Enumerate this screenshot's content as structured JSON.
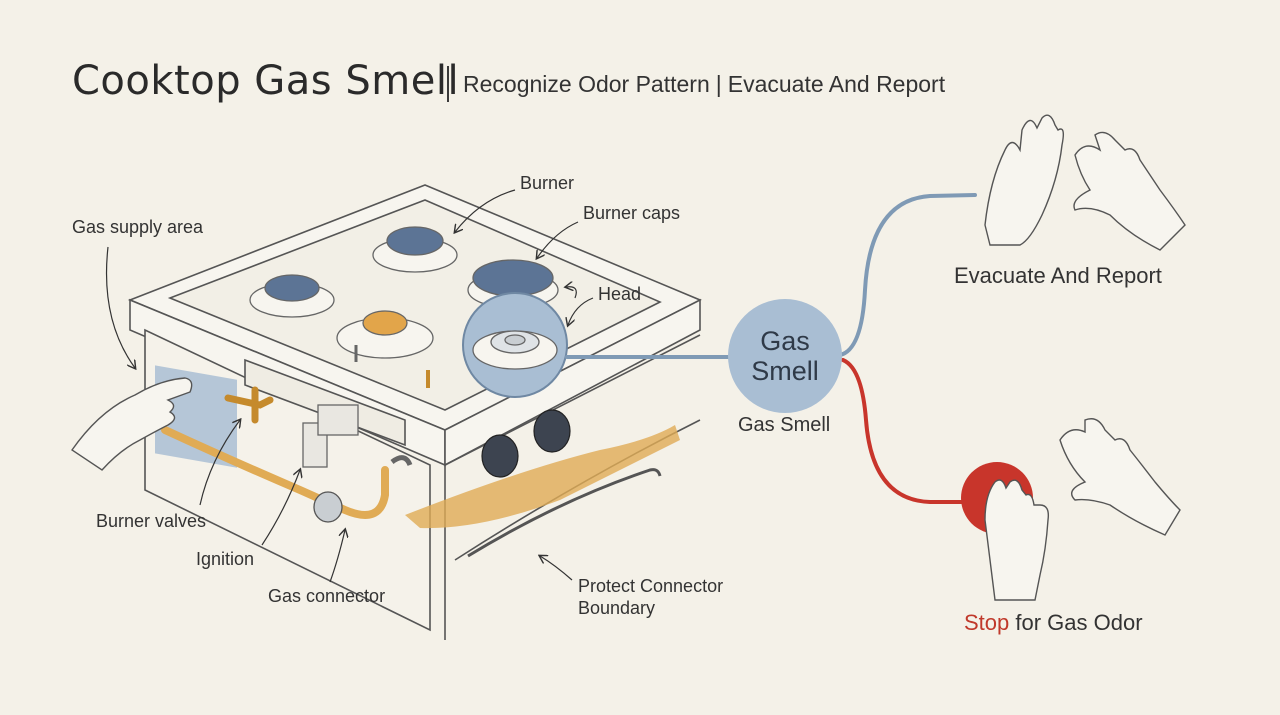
{
  "header": {
    "title": "Cooktop Gas Smell",
    "subtitle_parts": [
      "Recognize Odor Pattern",
      "Evacuate And Report"
    ],
    "separator": "|"
  },
  "labels": {
    "burner": "Burner",
    "burner_caps": "Burner caps",
    "head": "Head",
    "gas_supply_area": "Gas supply area",
    "burner_valves": "Burner valves",
    "ignition": "Ignition",
    "gas_connector": "Gas connector",
    "protect_connector_line1": "Protect Connector",
    "protect_connector_line2": "Boundary"
  },
  "center_node": {
    "text_line1": "Gas",
    "text_line2": "Smell",
    "caption": "Gas Smell"
  },
  "outcomes": {
    "evacuate": "Evacuate And Report",
    "stop_word": "Stop",
    "stop_rest": " for Gas Odor"
  },
  "colors": {
    "background": "#f4f1e8",
    "blue_path": "#7f9ab5",
    "red_path": "#c8352b",
    "node_fill": "#a9bed3",
    "burner_cap_blue": "#5c7495",
    "brass": "#e2a54a",
    "hose": "#e0ab55"
  }
}
